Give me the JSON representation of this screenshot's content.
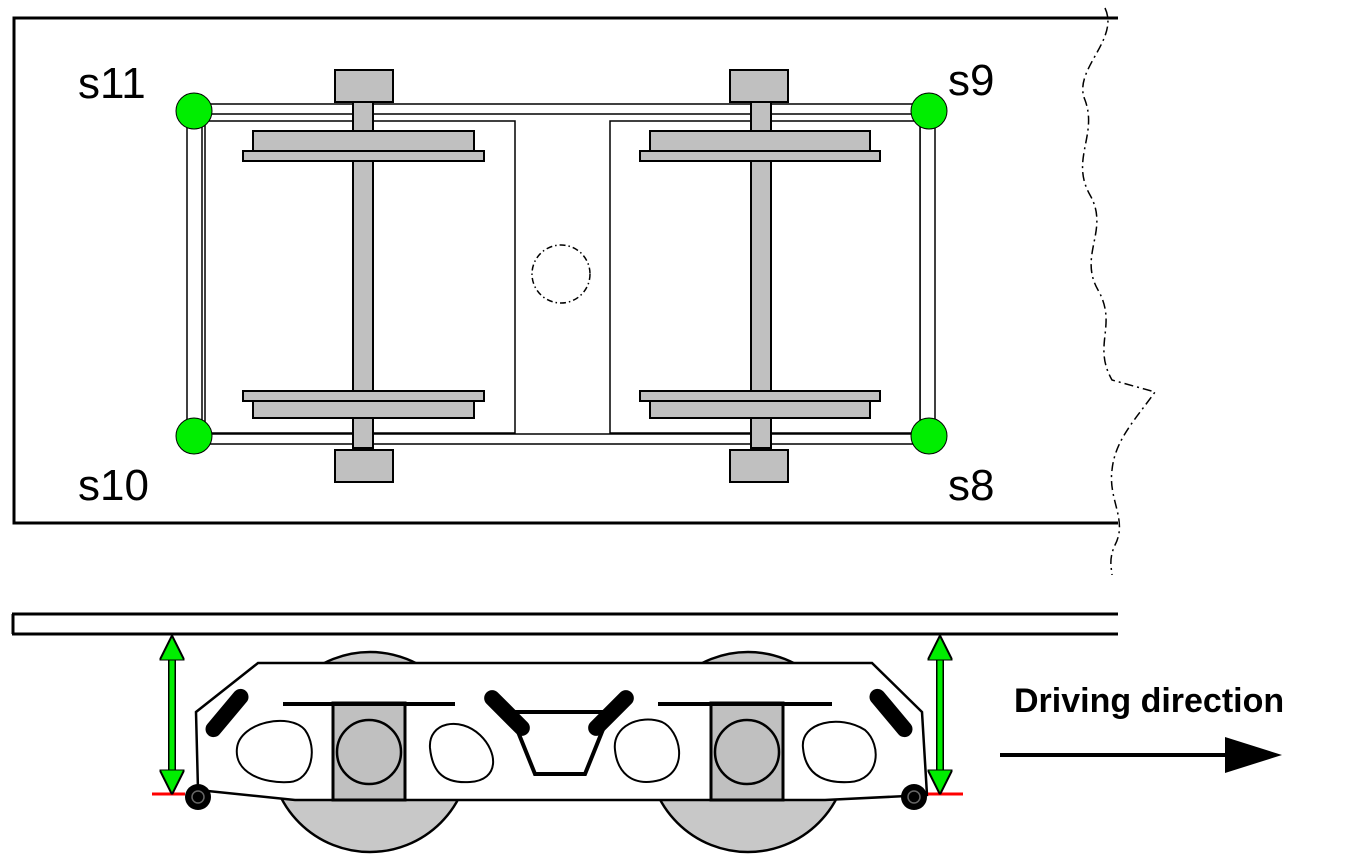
{
  "sensors": {
    "s11": "s11",
    "s9": "s9",
    "s10": "s10",
    "s8": "s8"
  },
  "direction_label": "Driving direction",
  "colors": {
    "sensor": "#00ee00",
    "measure_arrow": "#00ee00",
    "ref_line": "#ff0000",
    "steel": "#c0c0c0",
    "wheel": "#c8c8c8",
    "outline": "#000000"
  }
}
